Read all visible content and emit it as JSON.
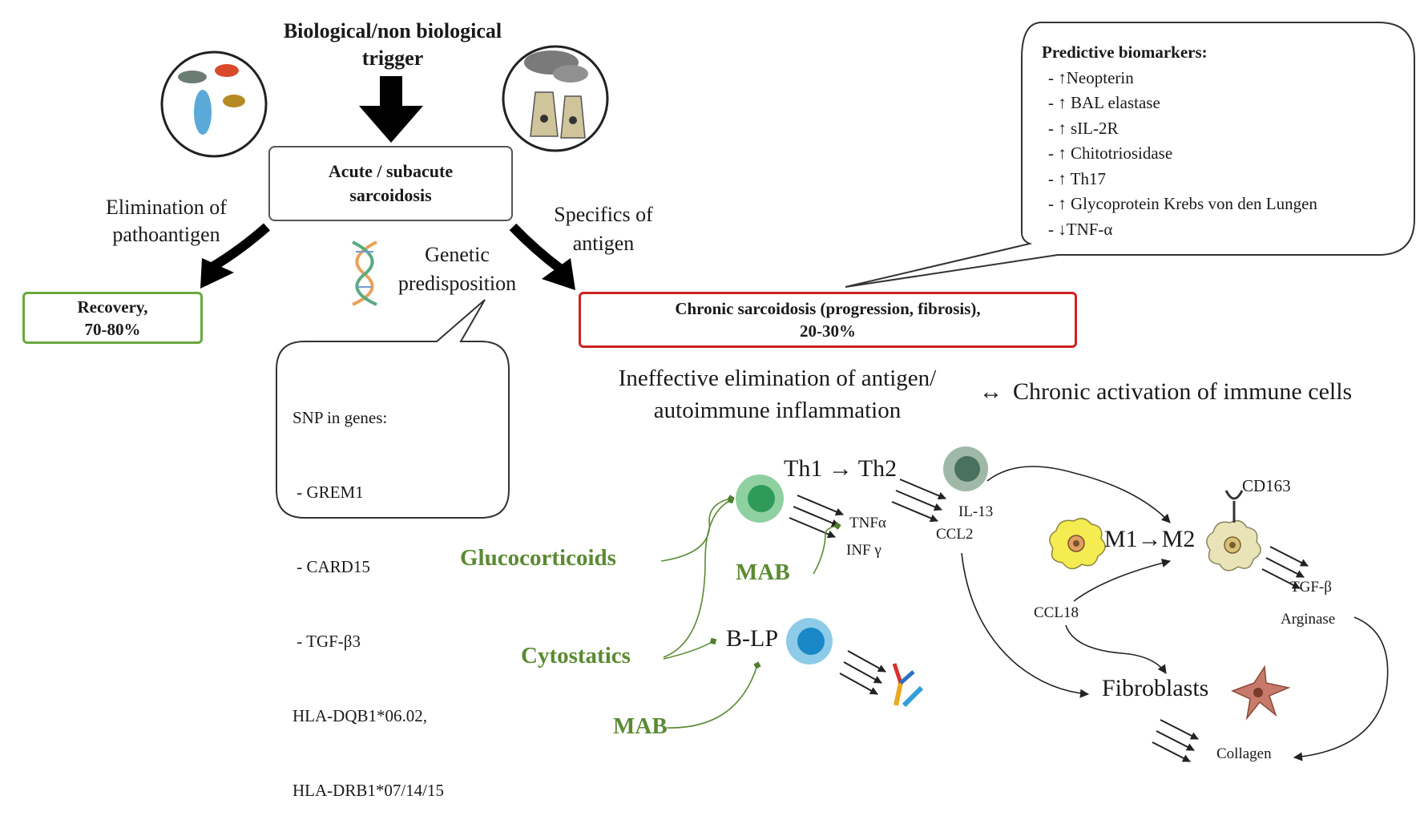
{
  "trigger": {
    "line1": "Biological/non biological",
    "line2": "trigger"
  },
  "acute": {
    "line1": "Acute / subacute",
    "line2": "sarcoidosis"
  },
  "elimination": {
    "line1": "Elimination of",
    "line2": "pathoantigen"
  },
  "recovery": {
    "line1": "Recovery,",
    "line2": "70-80%"
  },
  "genetic": {
    "line1": "Genetic",
    "line2": "predisposition"
  },
  "specifics": {
    "line1": "Specifics of",
    "line2": "antigen"
  },
  "chronic": {
    "line1": "Chronic sarcoidosis (progression, fibrosis),",
    "line2": "20-30%"
  },
  "biomarkers": {
    "title": "Predictive biomarkers:",
    "items": [
      "- ↑Neopterin",
      "- ↑ BAL elastase",
      "- ↑ sIL-2R",
      "- ↑ Chitotriosidase",
      "- ↑ Th17",
      "- ↑ Glycoprotein Krebs von den Lungen",
      "- ↓TNF-α"
    ]
  },
  "snp": {
    "lines": [
      "SNP in genes:",
      " - GREM1",
      " - CARD15",
      " - TGF-β3",
      "HLA-DQB1*06.02,",
      "HLA-DRB1*07/14/15"
    ]
  },
  "mechanism": {
    "left_line1": "Ineffective elimination of antigen/",
    "left_line2": "autoimmune inflammation",
    "arrow": "↔",
    "right": "Chronic activation of immune cells"
  },
  "cells": {
    "th": "Th1 → Th2",
    "tnf": "TNFα",
    "inf": "INF γ",
    "il13": "IL-13",
    "ccl2": "CCL2",
    "m": "M1→M2",
    "cd163": "CD163",
    "tgf": "TGF-β",
    "arginase": "Arginase",
    "ccl18": "CCL18",
    "blp": "B-LP",
    "fibroblasts": "Fibroblasts",
    "collagen": "Collagen"
  },
  "drugs": {
    "glucocorticoids": "Glucocorticoids",
    "mab1": "MAB",
    "cytostatics": "Cytostatics",
    "mab2": "MAB"
  },
  "colors": {
    "recovery_border": "#6aa83e",
    "chronic_border": "#cc2222",
    "drug_green": "#5a8a32"
  }
}
